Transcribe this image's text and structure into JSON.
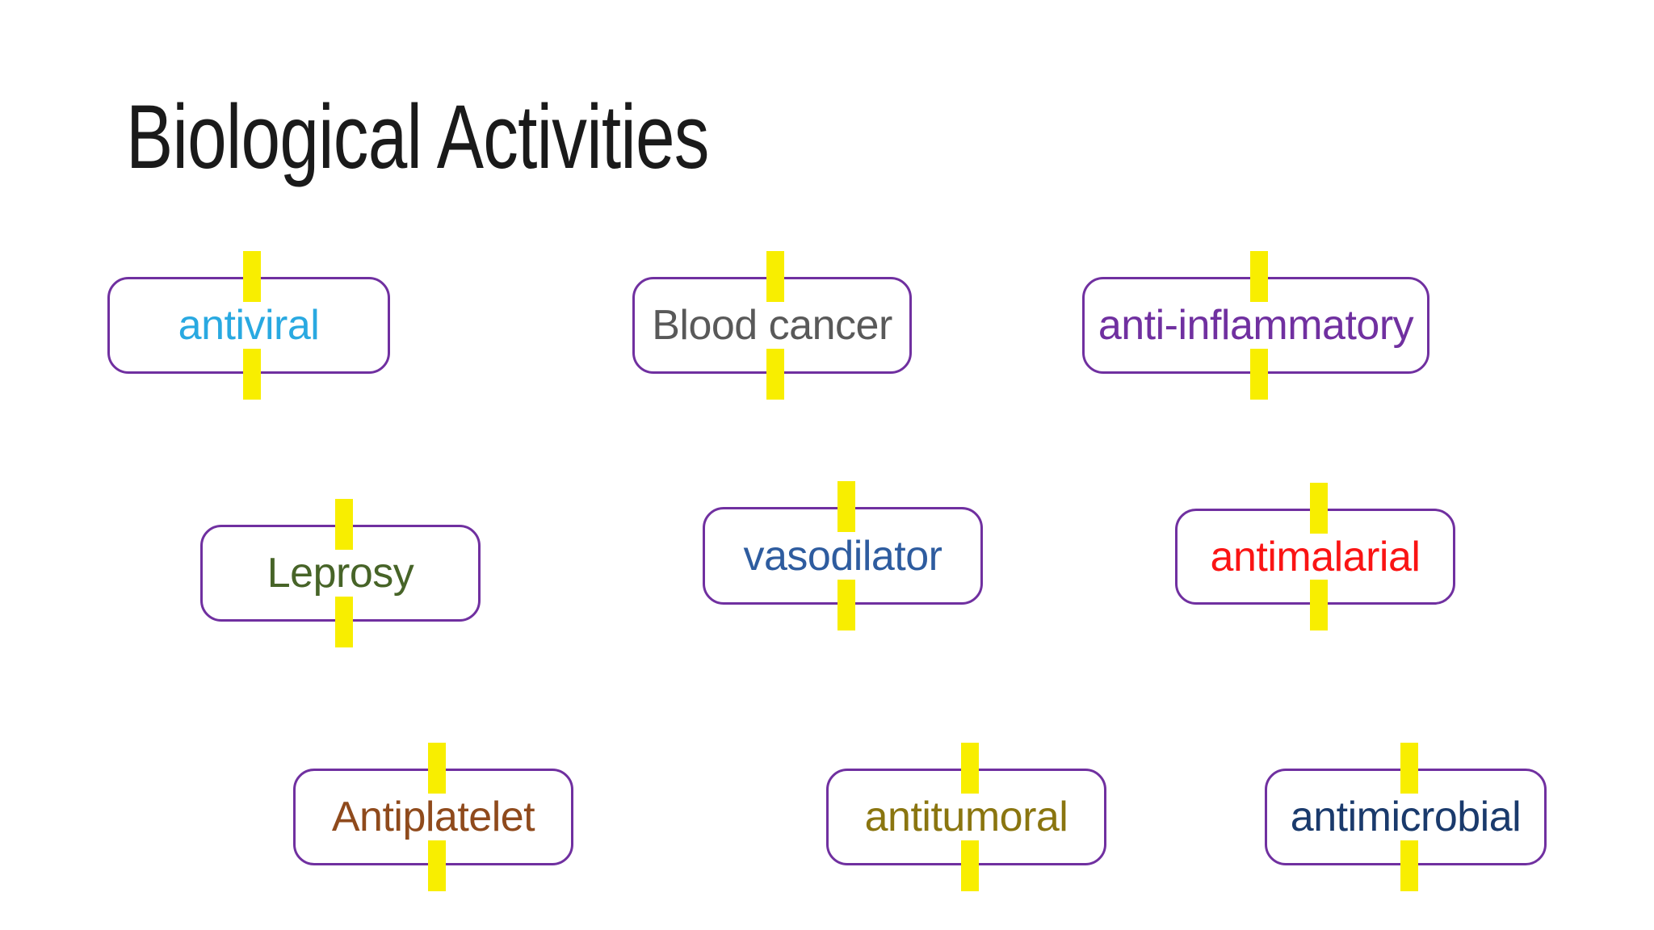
{
  "slide": {
    "title": "Biological Activities"
  },
  "theme": {
    "slide_bg": "#ffffff",
    "title_color": "#1a1a1a",
    "box_border_color": "#7030A0",
    "tick_color": "#F8EE00"
  },
  "boxes": [
    {
      "label": "antiviral",
      "text_color": "#29A9E1"
    },
    {
      "label": "Blood cancer",
      "text_color": "#595959"
    },
    {
      "label": "anti-inflammatory",
      "text_color": "#7030A0"
    },
    {
      "label": "Leprosy",
      "text_color": "#476428"
    },
    {
      "label": "vasodilator",
      "text_color": "#2E5C9F"
    },
    {
      "label": "antimalarial",
      "text_color": "#FA1414"
    },
    {
      "label": "Antiplatelet",
      "text_color": "#8F4A1C"
    },
    {
      "label": "antitumoral",
      "text_color": "#8A7510"
    },
    {
      "label": "antimicrobial",
      "text_color": "#1A3A6C"
    }
  ]
}
